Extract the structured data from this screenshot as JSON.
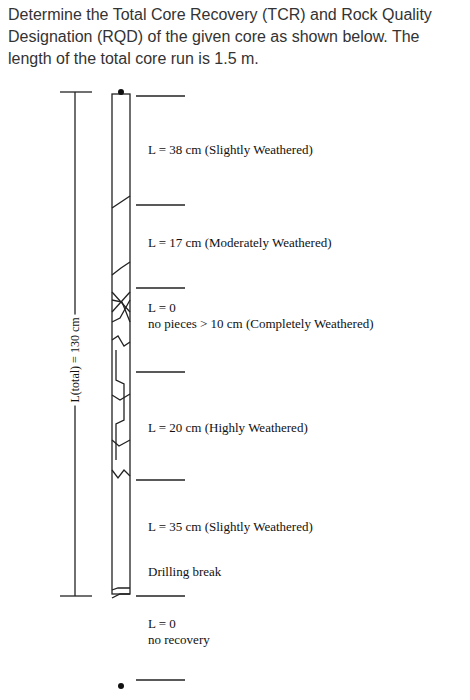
{
  "diagram": {
    "title": "Determine the Total Core Recovery (TCR) and Rock Quality Designation (RQD) of the given core as shown below. The length of the total core run is 1.5 m.",
    "labels": [
      "L(total) = 130 cm",
      "L = 38 cm  (Slightly Weathered)",
      "L = 17 cm   (Moderately Weathered)",
      "L = 0",
      "no pieces > 10 cm  (Completely Weathered)",
      "L = 20 cm  (Highly Weathered)",
      "L = 35 cm  (Slightly Weathered)",
      "Drilling break",
      "L = 0",
      "no recovery"
    ]
  }
}
